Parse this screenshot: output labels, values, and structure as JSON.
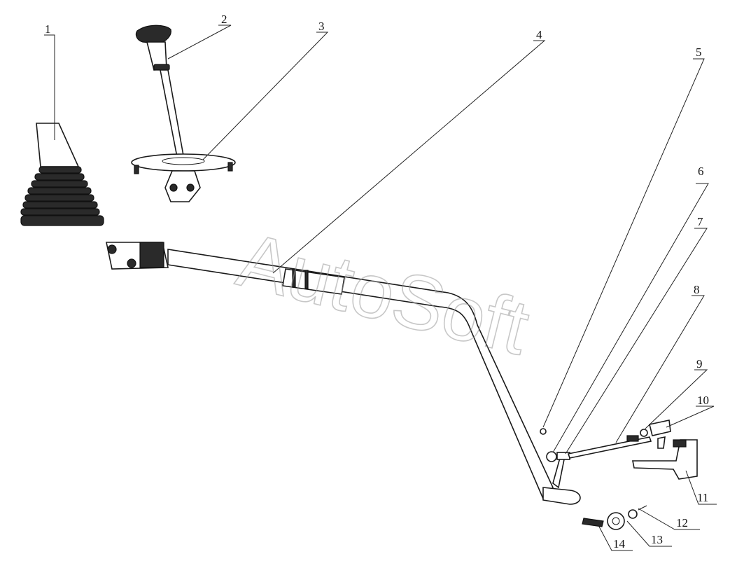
{
  "watermark": "AutoSoft",
  "callouts": [
    {
      "id": "1",
      "label": "1"
    },
    {
      "id": "2",
      "label": "2"
    },
    {
      "id": "3",
      "label": "3"
    },
    {
      "id": "4",
      "label": "4"
    },
    {
      "id": "5",
      "label": "5"
    },
    {
      "id": "6",
      "label": "6"
    },
    {
      "id": "7",
      "label": "7"
    },
    {
      "id": "8",
      "label": "8"
    },
    {
      "id": "9",
      "label": "9"
    },
    {
      "id": "10",
      "label": "10"
    },
    {
      "id": "11",
      "label": "11"
    },
    {
      "id": "12",
      "label": "12"
    },
    {
      "id": "13",
      "label": "13"
    },
    {
      "id": "14",
      "label": "14"
    }
  ]
}
